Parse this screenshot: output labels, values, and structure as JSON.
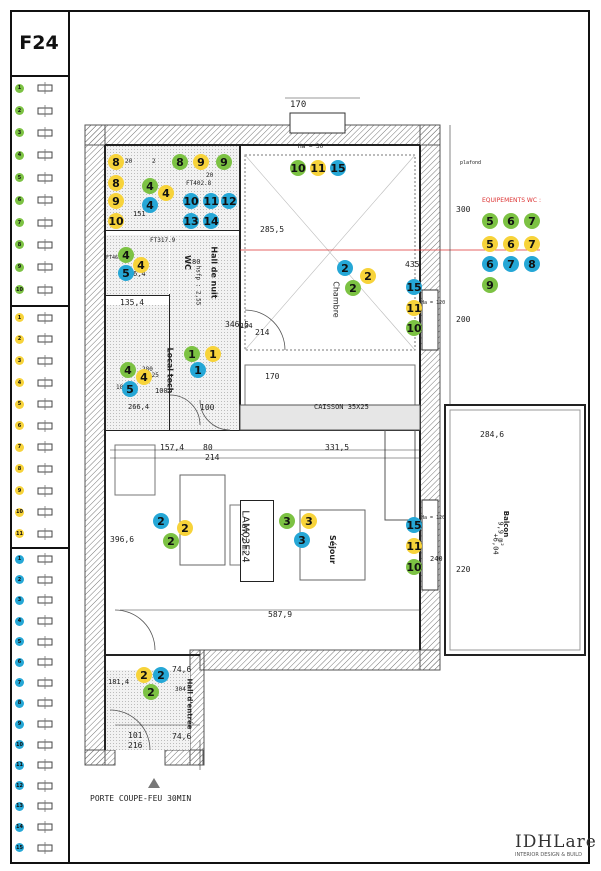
{
  "plan_code": "F24",
  "legend": {
    "group_green": [
      "1",
      "2",
      "3",
      "4",
      "5",
      "6",
      "7",
      "8",
      "9",
      "10"
    ],
    "group_yellow": [
      "1",
      "2",
      "3",
      "4",
      "5",
      "6",
      "7",
      "8",
      "9",
      "10",
      "11"
    ],
    "group_blue": [
      "1",
      "2",
      "3",
      "4",
      "5",
      "6",
      "7",
      "8",
      "9",
      "10",
      "11",
      "12",
      "13",
      "14",
      "15"
    ]
  },
  "rooms": {
    "chambre": "Chambre",
    "wc": "WC",
    "hall_nuit": "Hall de nuit",
    "hall_nuit_dim": "hsfp : 2,55",
    "local_tech": "Local tech",
    "sejour": "Séjour",
    "hall_entree": "Hall d'entrée",
    "balcon": "Balcon",
    "balcon_area": "9,9 m²",
    "balcon_level": "+6,04",
    "apartment_code": "LAM03F24",
    "apartment_area": "67,2 m²"
  },
  "dimensions": {
    "d170": "170",
    "ha_30": "Ha = 30",
    "d300": "300",
    "d200": "200",
    "d220": "220",
    "d285_5": "285,5",
    "d435": "435",
    "d346": "346,5",
    "d214a": "214",
    "d170b": "170",
    "d135_4": "135,4",
    "d157_4": "157,4",
    "d80": "80",
    "d214b": "214",
    "d331_5": "331,5",
    "d284_6": "284,6",
    "d396_6": "396,6",
    "d587_9": "587,9",
    "d181_4": "181,4",
    "d74_6a": "74,6",
    "d74_6b": "74,6",
    "d101": "101",
    "d216": "216",
    "d100a": "100",
    "d100b": "100",
    "d80b": "80",
    "d151": "151",
    "d6_4": "6,4",
    "d266_4": "266,4",
    "d20": "20",
    "d2": "2",
    "ft402": "FT402.8",
    "ft317": "FT317.9",
    "ft461": "FT461",
    "caisson": "CAISSON 35X25",
    "ha120a": "Ha = 120",
    "ha120b": "Ha = 120",
    "d240": "240",
    "d104": "104",
    "d185": "185",
    "d225": "225",
    "d280": "280",
    "d304": "304",
    "d20b": "20",
    "plafond": "plafond"
  },
  "door_note": "PORTE COUPE-FEU 30MIN",
  "wc_equipment": {
    "title": "EQUIPEMENTS WC :",
    "rows": [
      [
        {
          "n": "5",
          "c": "g"
        },
        {
          "n": "6",
          "c": "g"
        },
        {
          "n": "7",
          "c": "g"
        }
      ],
      [
        {
          "n": "5",
          "c": "y"
        },
        {
          "n": "6",
          "c": "y"
        },
        {
          "n": "7",
          "c": "y"
        }
      ],
      [
        {
          "n": "6",
          "c": "b"
        },
        {
          "n": "7",
          "c": "b"
        },
        {
          "n": "8",
          "c": "b"
        }
      ],
      [
        {
          "n": "9",
          "c": "g"
        }
      ]
    ]
  },
  "logo": {
    "text": "IDHLare",
    "tagline": "INTERIOR DESIGN & BUILD"
  },
  "colors": {
    "green": "#7cc243",
    "yellow": "#f7d33a",
    "blue": "#25a7d6",
    "wall": "#888888",
    "tile": "#cccccc"
  },
  "markers": [
    {
      "n": "8",
      "c": "y"
    },
    {
      "n": "8",
      "c": "g"
    },
    {
      "n": "9",
      "c": "y"
    },
    {
      "n": "9",
      "c": "g"
    },
    {
      "n": "8",
      "c": "y"
    },
    {
      "n": "4",
      "c": "g"
    },
    {
      "n": "4",
      "c": "y"
    },
    {
      "n": "9",
      "c": "y"
    },
    {
      "n": "4",
      "c": "b"
    },
    {
      "n": "10",
      "c": "y"
    },
    {
      "n": "10",
      "c": "b"
    },
    {
      "n": "11",
      "c": "b"
    },
    {
      "n": "12",
      "c": "b"
    },
    {
      "n": "13",
      "c": "b"
    },
    {
      "n": "14",
      "c": "b"
    },
    {
      "n": "10",
      "c": "g"
    },
    {
      "n": "11",
      "c": "y"
    },
    {
      "n": "15",
      "c": "b"
    },
    {
      "n": "4",
      "c": "g"
    },
    {
      "n": "4",
      "c": "y"
    },
    {
      "n": "5",
      "c": "b"
    },
    {
      "n": "2",
      "c": "b"
    },
    {
      "n": "2",
      "c": "y"
    },
    {
      "n": "2",
      "c": "g"
    },
    {
      "n": "15",
      "c": "b"
    },
    {
      "n": "11",
      "c": "y"
    },
    {
      "n": "10",
      "c": "g"
    },
    {
      "n": "1",
      "c": "g"
    },
    {
      "n": "1",
      "c": "y"
    },
    {
      "n": "1",
      "c": "b"
    },
    {
      "n": "4",
      "c": "g"
    },
    {
      "n": "4",
      "c": "y"
    },
    {
      "n": "5",
      "c": "b"
    },
    {
      "n": "2",
      "c": "b"
    },
    {
      "n": "2",
      "c": "y"
    },
    {
      "n": "2",
      "c": "g"
    },
    {
      "n": "3",
      "c": "g"
    },
    {
      "n": "3",
      "c": "y"
    },
    {
      "n": "3",
      "c": "b"
    },
    {
      "n": "15",
      "c": "b"
    },
    {
      "n": "11",
      "c": "y"
    },
    {
      "n": "10",
      "c": "g"
    },
    {
      "n": "2",
      "c": "y"
    },
    {
      "n": "2",
      "c": "b"
    },
    {
      "n": "2",
      "c": "g"
    }
  ]
}
